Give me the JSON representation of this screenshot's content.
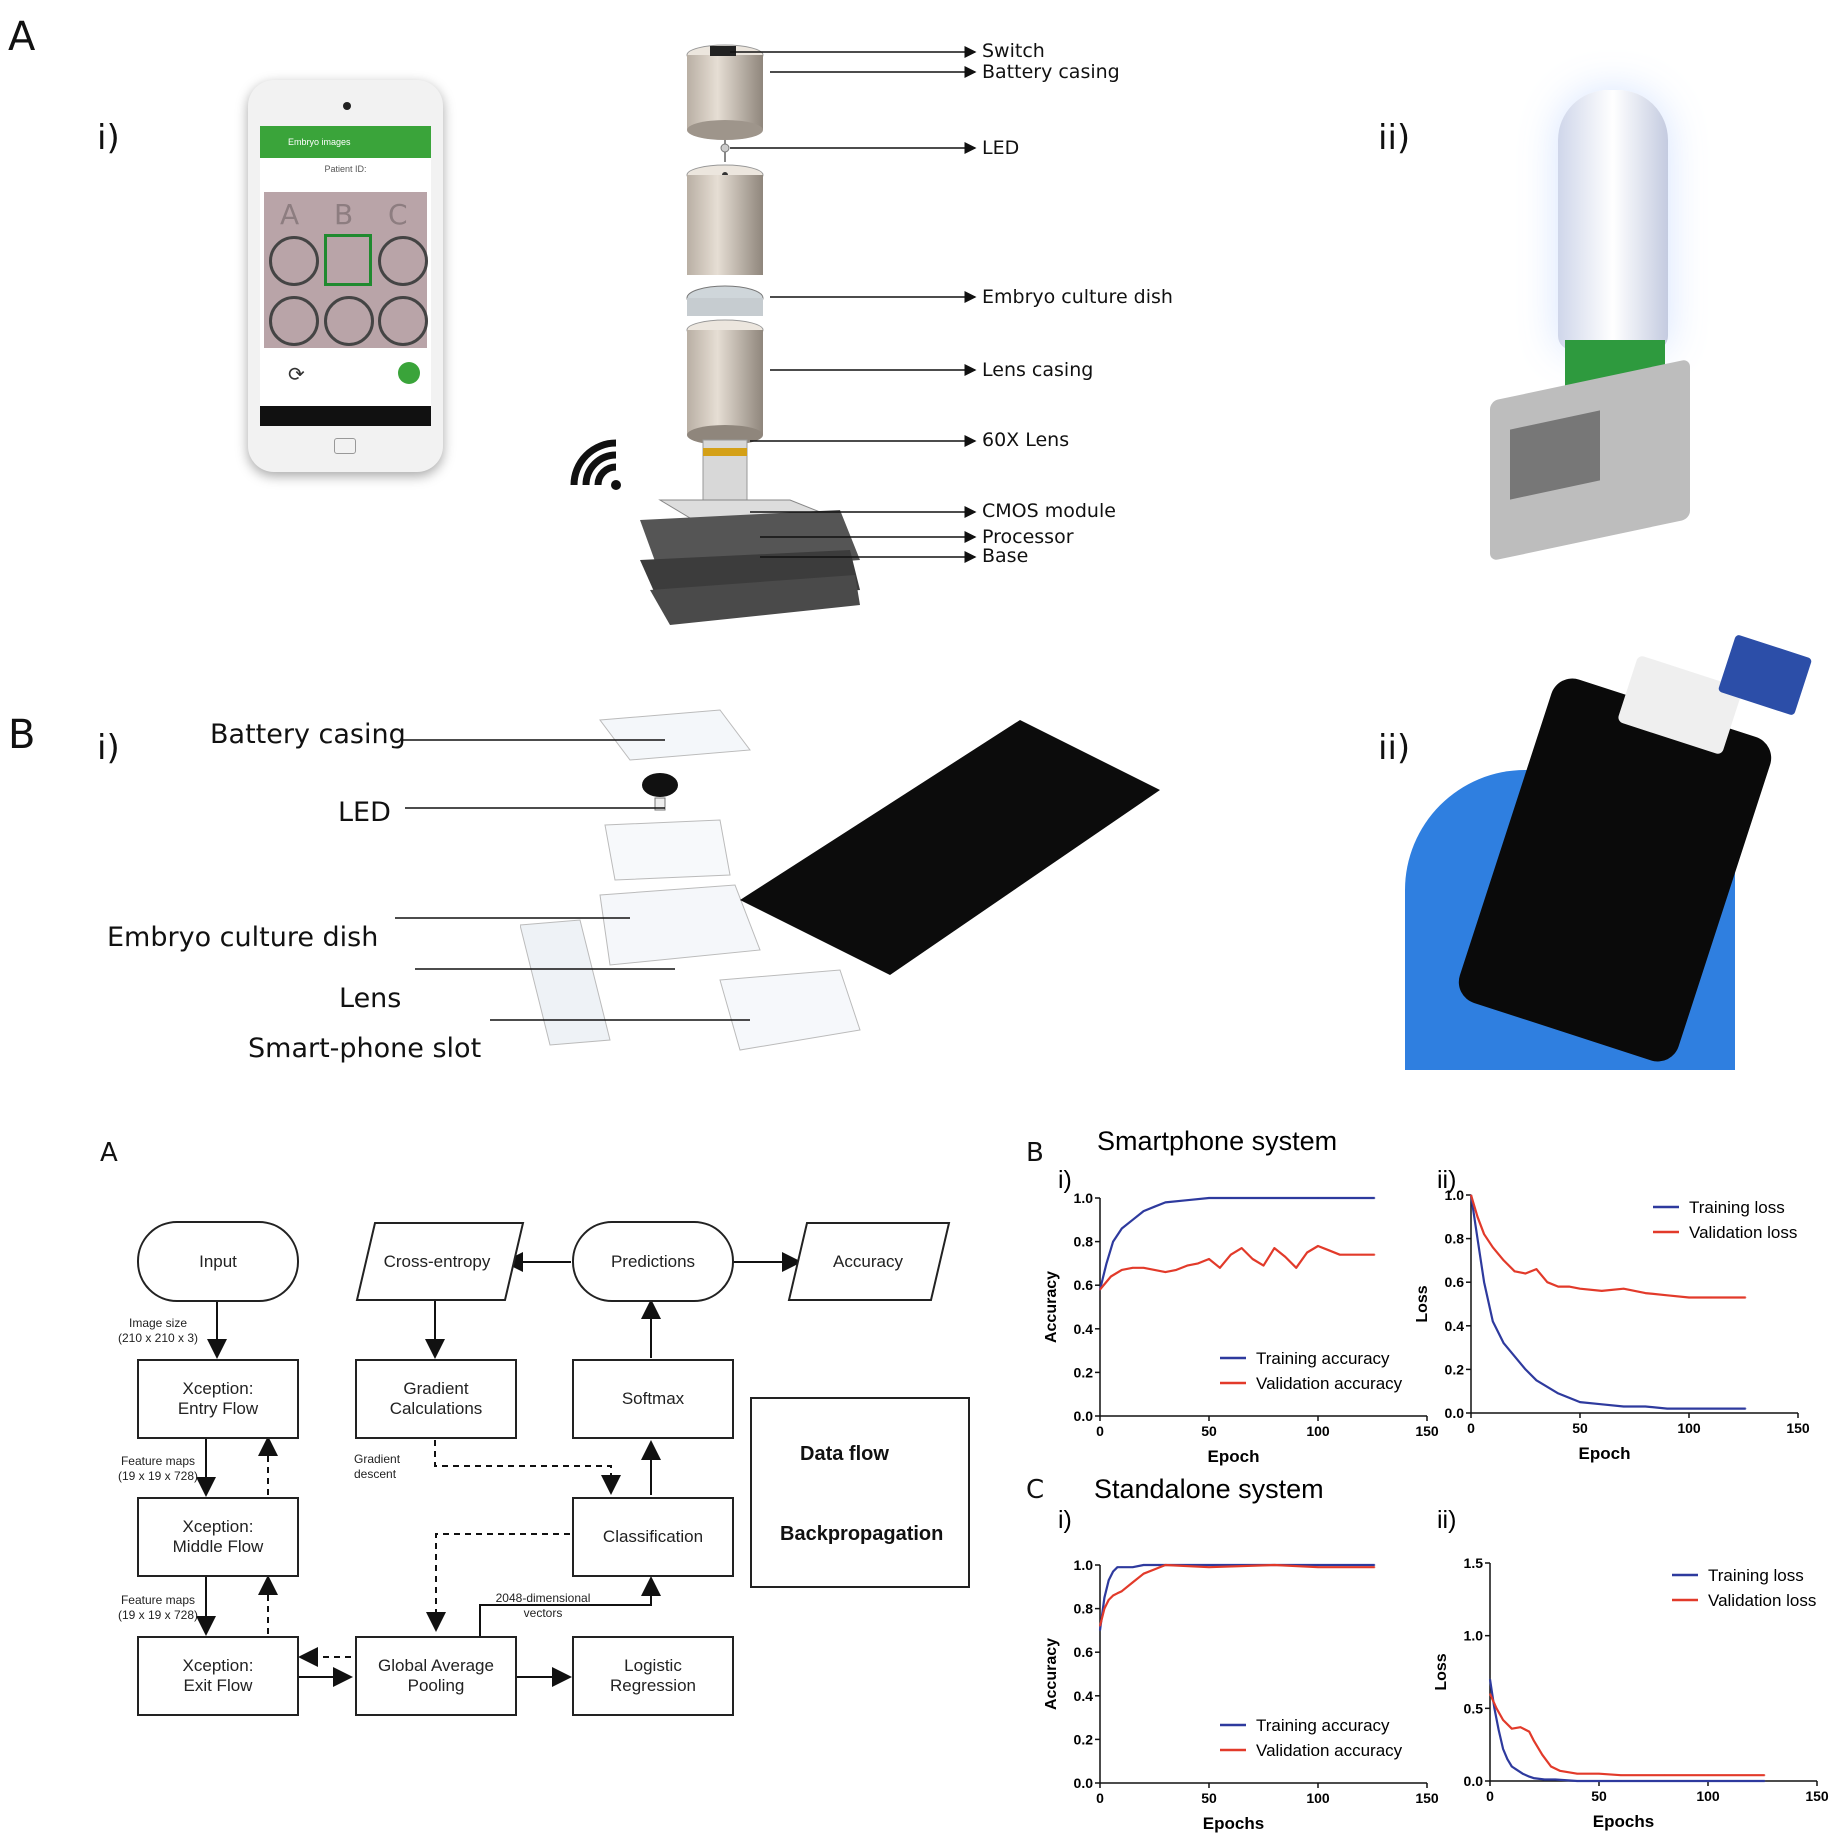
{
  "figure1": {
    "panelA": "A",
    "panelB": "B",
    "sub_i_a": "i)",
    "sub_ii_a": "ii)",
    "sub_i_b": "i)",
    "sub_ii_b": "ii)",
    "phone": {
      "title": "Embryo images",
      "patient": "Patient ID:",
      "wells": [
        "A",
        "B",
        "C"
      ]
    },
    "standalone_labels": [
      "Switch",
      "Battery casing",
      "LED",
      "Embryo culture dish",
      "Lens casing",
      "60X Lens",
      "CMOS module",
      "Processor",
      "Base"
    ],
    "smartphone_labels": [
      "Battery casing",
      "LED",
      "Embryo culture dish",
      "Lens",
      "Smart-phone slot"
    ]
  },
  "figure2": {
    "panelA": "A",
    "panelB": "B",
    "panelC": "C",
    "nodes": {
      "input": "Input",
      "entry": "Xception:\nEntry Flow",
      "middle": "Xception:\nMiddle Flow",
      "exit": "Xception:\nExit Flow",
      "crossentropy": "Cross-entropy",
      "gradient": "Gradient\nCalculations",
      "gap": "Global Average\nPooling",
      "predictions": "Predictions",
      "softmax": "Softmax",
      "classification": "Classification",
      "logistic": "Logistic\nRegression",
      "accuracy": "Accuracy"
    },
    "edge_labels": {
      "imgsize": "Image size\n(210 x 210 x 3)",
      "fm1": "Feature maps\n(19 x 19 x 728)",
      "fm2": "Feature maps\n(19 x 19 x 728)",
      "graddesc": "Gradient\ndescent",
      "vectors": "2048-dimensional\nvectors"
    },
    "legend": {
      "dataflow": "Data flow",
      "backprop": "Backpropagation"
    }
  },
  "chart_data": [
    {
      "type": "line",
      "panel": "B i)",
      "title": "Smartphone system",
      "xlabel": "Epoch",
      "ylabel": "Accuracy",
      "xlim": [
        0,
        150
      ],
      "ylim": [
        0,
        1.0
      ],
      "xticks": [
        0,
        50,
        100,
        150
      ],
      "yticks": [
        0.0,
        0.2,
        0.4,
        0.6,
        0.8,
        1.0
      ],
      "legend": "bottom-right",
      "series": [
        {
          "name": "Training accuracy",
          "color": "#2e3a9e",
          "x": [
            0,
            3,
            6,
            10,
            15,
            20,
            25,
            30,
            40,
            50,
            60,
            80,
            100,
            126
          ],
          "y": [
            0.58,
            0.7,
            0.8,
            0.86,
            0.9,
            0.94,
            0.96,
            0.98,
            0.99,
            1.0,
            1.0,
            1.0,
            1.0,
            1.0
          ]
        },
        {
          "name": "Validation accuracy",
          "color": "#e23a2a",
          "x": [
            0,
            5,
            10,
            15,
            20,
            25,
            30,
            35,
            40,
            45,
            50,
            55,
            60,
            65,
            70,
            75,
            80,
            85,
            90,
            95,
            100,
            105,
            110,
            115,
            120,
            126
          ],
          "y": [
            0.58,
            0.64,
            0.67,
            0.68,
            0.68,
            0.67,
            0.66,
            0.67,
            0.69,
            0.7,
            0.72,
            0.68,
            0.74,
            0.77,
            0.72,
            0.69,
            0.77,
            0.73,
            0.68,
            0.75,
            0.78,
            0.76,
            0.74,
            0.74,
            0.74,
            0.74
          ]
        }
      ]
    },
    {
      "type": "line",
      "panel": "B ii)",
      "xlabel": "Epoch",
      "ylabel": "Loss",
      "xlim": [
        0,
        150
      ],
      "ylim": [
        0,
        1.0
      ],
      "xticks": [
        0,
        50,
        100,
        150
      ],
      "yticks": [
        0.0,
        0.2,
        0.4,
        0.6,
        0.8,
        1.0
      ],
      "legend": "top-right",
      "series": [
        {
          "name": "Training loss",
          "color": "#2e3a9e",
          "x": [
            0,
            3,
            6,
            10,
            15,
            20,
            25,
            30,
            40,
            50,
            60,
            70,
            80,
            90,
            100,
            110,
            126
          ],
          "y": [
            1.0,
            0.8,
            0.6,
            0.42,
            0.32,
            0.26,
            0.2,
            0.15,
            0.09,
            0.05,
            0.04,
            0.03,
            0.03,
            0.02,
            0.02,
            0.02,
            0.02
          ]
        },
        {
          "name": "Validation loss",
          "color": "#e23a2a",
          "x": [
            0,
            3,
            6,
            10,
            15,
            20,
            25,
            30,
            35,
            40,
            45,
            50,
            60,
            70,
            80,
            90,
            100,
            110,
            126
          ],
          "y": [
            1.0,
            0.9,
            0.82,
            0.76,
            0.7,
            0.65,
            0.64,
            0.66,
            0.6,
            0.58,
            0.58,
            0.57,
            0.56,
            0.57,
            0.55,
            0.54,
            0.53,
            0.53,
            0.53
          ]
        }
      ]
    },
    {
      "type": "line",
      "panel": "C i)",
      "title": "Standalone system",
      "xlabel": "Epochs",
      "ylabel": "Accuracy",
      "xlim": [
        0,
        150
      ],
      "ylim": [
        0,
        1.0
      ],
      "xticks": [
        0,
        50,
        100,
        150
      ],
      "yticks": [
        0.0,
        0.2,
        0.4,
        0.6,
        0.8,
        1.0
      ],
      "legend": "bottom-right",
      "series": [
        {
          "name": "Training accuracy",
          "color": "#2e3a9e",
          "x": [
            0,
            2,
            4,
            6,
            8,
            10,
            15,
            20,
            30,
            50,
            80,
            100,
            126
          ],
          "y": [
            0.7,
            0.85,
            0.93,
            0.97,
            0.99,
            0.99,
            0.99,
            1.0,
            1.0,
            1.0,
            1.0,
            1.0,
            1.0
          ]
        },
        {
          "name": "Validation accuracy",
          "color": "#e23a2a",
          "x": [
            0,
            2,
            4,
            6,
            8,
            10,
            15,
            20,
            25,
            30,
            50,
            80,
            100,
            126
          ],
          "y": [
            0.72,
            0.8,
            0.84,
            0.86,
            0.87,
            0.88,
            0.92,
            0.96,
            0.98,
            1.0,
            0.99,
            1.0,
            0.99,
            0.99
          ]
        }
      ]
    },
    {
      "type": "line",
      "panel": "C ii)",
      "xlabel": "Epochs",
      "ylabel": "Loss",
      "xlim": [
        0,
        150
      ],
      "ylim": [
        0,
        1.5
      ],
      "xticks": [
        0,
        50,
        100,
        150
      ],
      "yticks": [
        0.0,
        0.5,
        1.0,
        1.5
      ],
      "legend": "top-right",
      "series": [
        {
          "name": "Training loss",
          "color": "#2e3a9e",
          "x": [
            0,
            2,
            4,
            6,
            8,
            10,
            12,
            15,
            18,
            20,
            25,
            30,
            40,
            60,
            126
          ],
          "y": [
            0.7,
            0.5,
            0.35,
            0.22,
            0.15,
            0.1,
            0.08,
            0.05,
            0.03,
            0.02,
            0.01,
            0.01,
            0.0,
            0.0,
            0.0
          ]
        },
        {
          "name": "Validation loss",
          "color": "#e23a2a",
          "x": [
            0,
            3,
            6,
            10,
            14,
            18,
            20,
            24,
            28,
            32,
            40,
            50,
            60,
            80,
            100,
            126
          ],
          "y": [
            0.6,
            0.5,
            0.42,
            0.36,
            0.37,
            0.34,
            0.28,
            0.18,
            0.1,
            0.07,
            0.05,
            0.05,
            0.04,
            0.04,
            0.04,
            0.04
          ]
        }
      ]
    }
  ]
}
